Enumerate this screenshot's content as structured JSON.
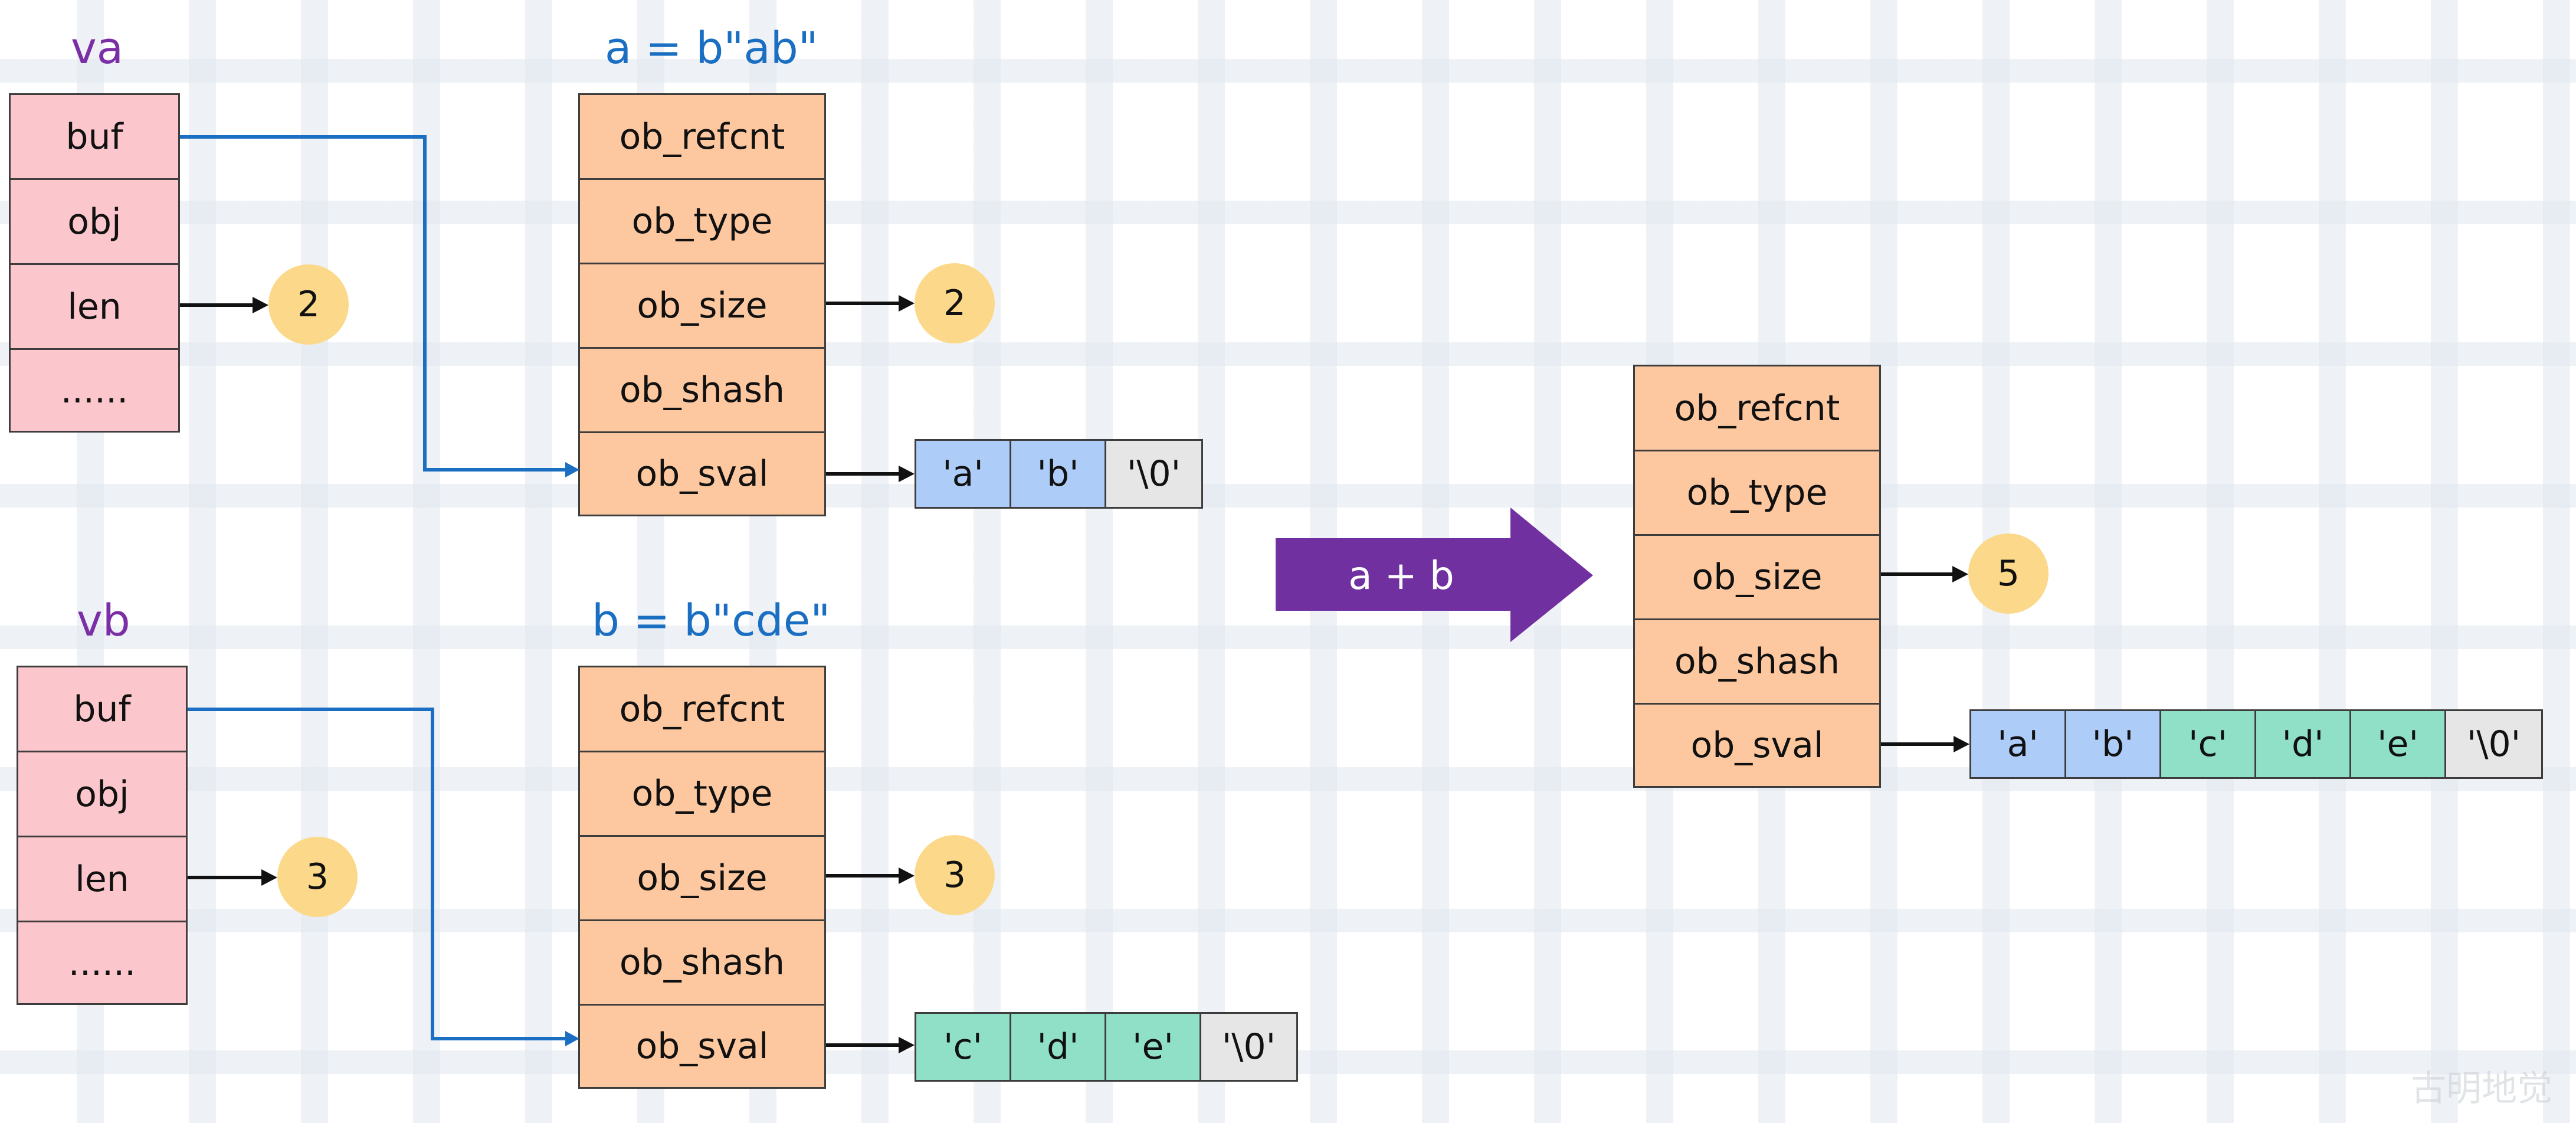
{
  "titles": {
    "va": "va",
    "a_obj": "a = b\"ab\"",
    "vb": "vb",
    "b_obj": "b = b\"cde\""
  },
  "buffer_fields": [
    "buf",
    "obj",
    "len",
    "......"
  ],
  "bytes_fields": [
    "ob_refcnt",
    "ob_type",
    "ob_size",
    "ob_shash",
    "ob_sval"
  ],
  "va_len": "2",
  "a_size": "2",
  "a_sval": [
    "'a'",
    "'b'",
    "'\\0'"
  ],
  "vb_len": "3",
  "b_size": "3",
  "b_sval": [
    "'c'",
    "'d'",
    "'e'",
    "'\\0'"
  ],
  "operation": "a + b",
  "result_size": "5",
  "result_sval": [
    "'a'",
    "'b'",
    "'c'",
    "'d'",
    "'e'",
    "'\\0'"
  ],
  "watermark": "古明地觉",
  "colors": {
    "title_purple": "#7b2fa6",
    "title_blue": "#1a6fc2",
    "pointer_blue": "#1a6fc2",
    "buffer_fill": "#fbc7cc",
    "object_fill": "#fdc89f",
    "circle_fill": "#fcd98a",
    "char_ab": "#aeccf8",
    "char_cde": "#8fe0c6",
    "char_null": "#e6e6e6",
    "op_arrow": "#7130a0"
  }
}
